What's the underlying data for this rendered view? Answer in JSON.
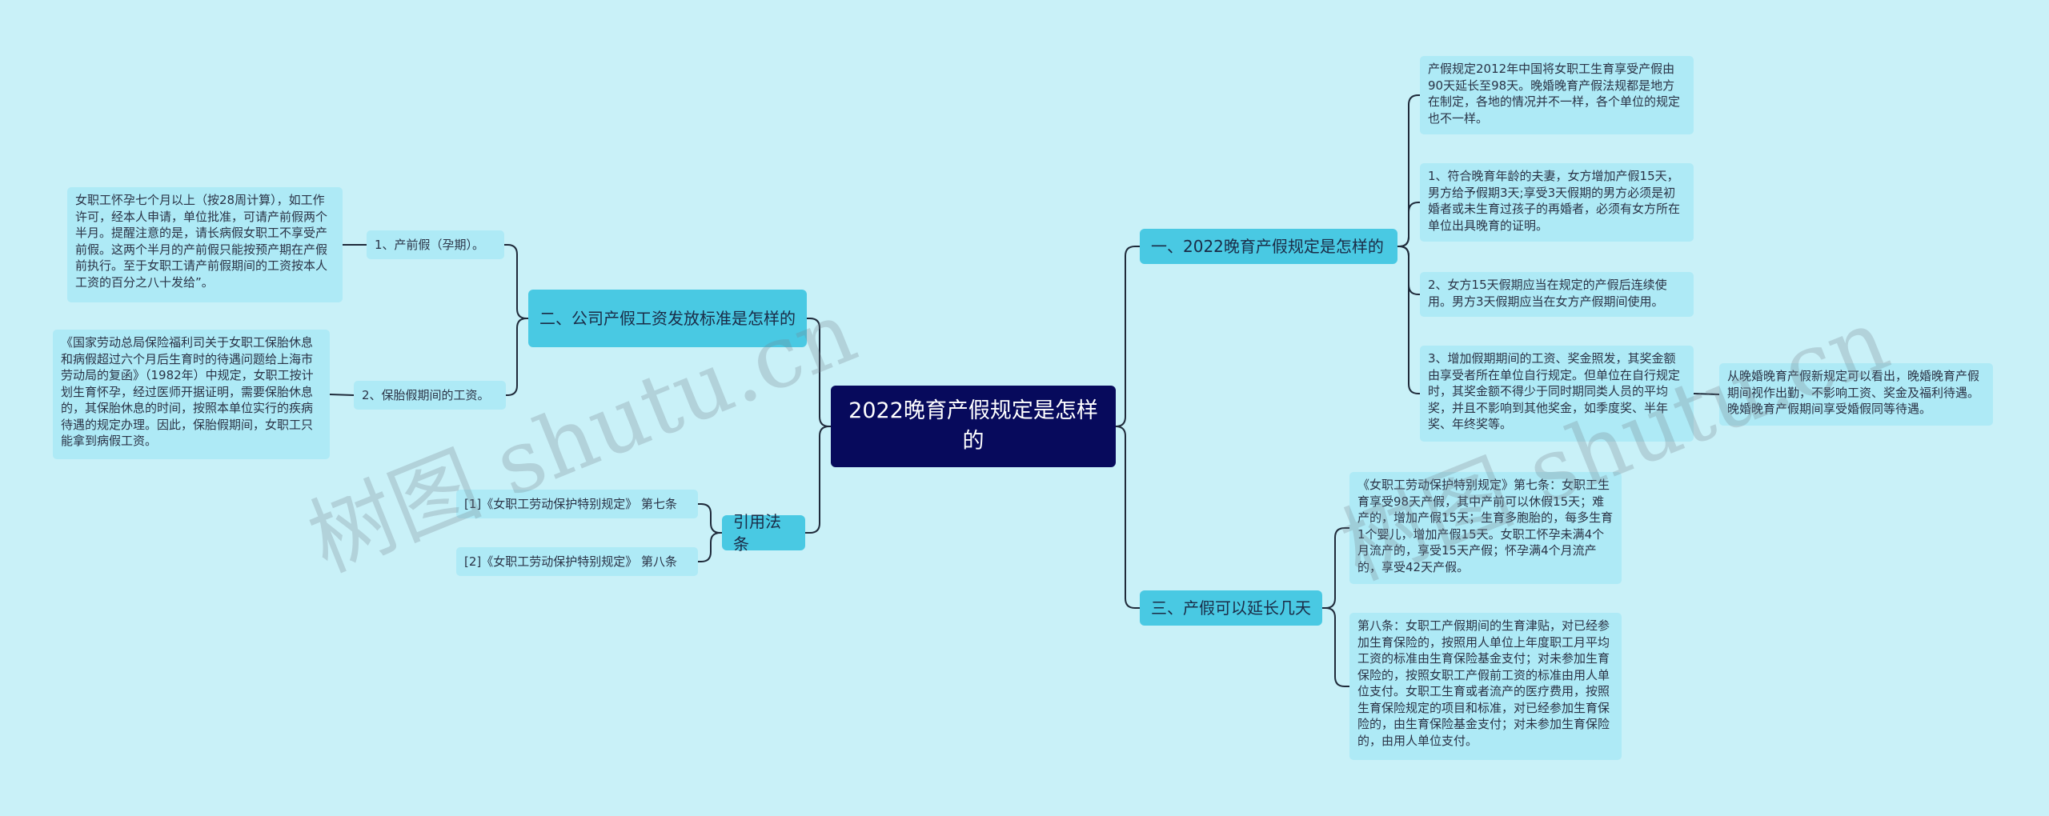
{
  "root": {
    "title": "2022晚育产假规定是怎样的"
  },
  "branches": {
    "b1": {
      "label": "一、2022晚育产假规定是怎样的"
    },
    "b2": {
      "label": "二、公司产假工资发放标准是怎样的"
    },
    "b3": {
      "label": "三、产假可以延长几天"
    },
    "b4": {
      "label": "引用法条"
    }
  },
  "b1_items": [
    "产假规定2012年中国将女职工生育享受产假由90天延长至98天。晚婚晚育产假法规都是地方在制定，各地的情况并不一样，各个单位的规定也不一样。",
    "1、符合晚育年龄的夫妻，女方增加产假15天，男方给予假期3天;享受3天假期的男方必须是初婚者或未生育过孩子的再婚者，必须有女方所在单位出具晚育的证明。",
    "2、女方15天假期应当在规定的产假后连续使用。男方3天假期应当在女方产假期间使用。",
    "3、增加假期期间的工资、奖金照发，其奖金额由享受者所在单位自行规定。但单位在自行规定时，其奖金额不得少于同时期同类人员的平均奖，并且不影响到其他奖金，如季度奖、半年奖、年终奖等。"
  ],
  "b1_sub": "从晚婚晚育产假新规定可以看出，晚婚晚育产假期间视作出勤，不影响工资、奖金及福利待遇。晚婚晚育产假期间享受婚假同等待遇。",
  "b2_items": [
    {
      "label": "1、产前假（孕期）。",
      "detail": "女职工怀孕七个月以上（按28周计算），如工作许可，经本人申请，单位批准，可请产前假两个半月。提醒注意的是，请长病假女职工不享受产前假。这两个半月的产前假只能按预产期在产假前执行。至于女职工请产前假期间的工资按本人工资的百分之八十发给”。"
    },
    {
      "label": "2、保胎假期间的工资。",
      "detail": "《国家劳动总局保险福利司关于女职工保胎休息和病假超过六个月后生育时的待遇问题给上海市劳动局的复函》（1982年）中规定，女职工按计划生育怀孕，经过医师开据证明，需要保胎休息的，其保胎休息的时间，按照本单位实行的疾病待遇的规定办理。因此，保胎假期间，女职工只能拿到病假工资。"
    }
  ],
  "b3_items": [
    "《女职工劳动保护特别规定》第七条：女职工生育享受98天产假，其中产前可以休假15天；难产的，增加产假15天；生育多胞胎的，每多生育1个婴儿，增加产假15天。女职工怀孕未满4个月流产的，享受15天产假；怀孕满4个月流产的，享受42天产假。",
    "第八条：女职工产假期间的生育津贴，对已经参加生育保险的，按照用人单位上年度职工月平均工资的标准由生育保险基金支付；对未参加生育保险的，按照女职工产假前工资的标准由用人单位支付。女职工生育或者流产的医疗费用，按照生育保险规定的项目和标准，对已经参加生育保险的，由生育保险基金支付；对未参加生育保险的，由用人单位支付。"
  ],
  "b4_items": [
    "[1]《女职工劳动保护特别规定》 第七条",
    "[2]《女职工劳动保护特别规定》 第八条"
  ],
  "watermarks": [
    "树图 shutu.cn",
    "树图 shutu.cn"
  ],
  "colors": {
    "background": "#c9f1f8",
    "root": "#070a5c",
    "branch": "#49c9e3",
    "leaf": "#aeeaf6",
    "line": "#1f2a3a"
  }
}
